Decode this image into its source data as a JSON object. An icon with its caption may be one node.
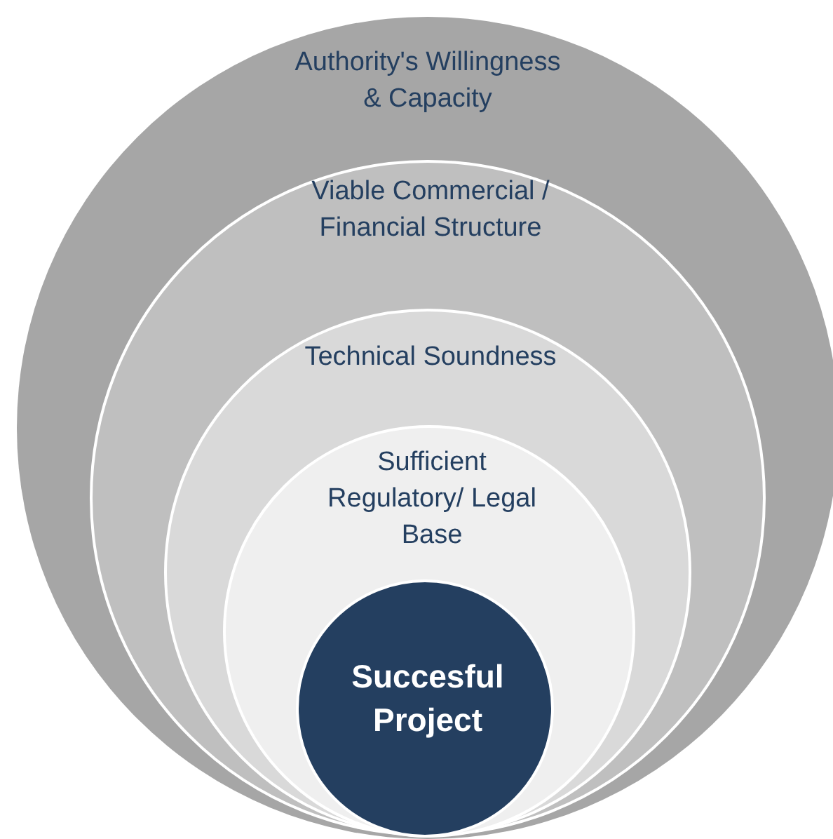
{
  "diagram": {
    "nodes": [
      {
        "text": [
          "Authority's Willingness & Capacity"
        ]
      },
      {
        "text": [
          "Viable Commercial / Financial Structure"
        ],
        "in": 0
      },
      {
        "text": [
          "Technical Soundness"
        ],
        "in": 1
      },
      {
        "text": [
          "Sufficient Regulatory/ Legal  Base"
        ],
        "in": 2
      },
      {
        "text": [
          "Succesful Project"
        ],
        "in": 3
      }
    ]
  }
}
